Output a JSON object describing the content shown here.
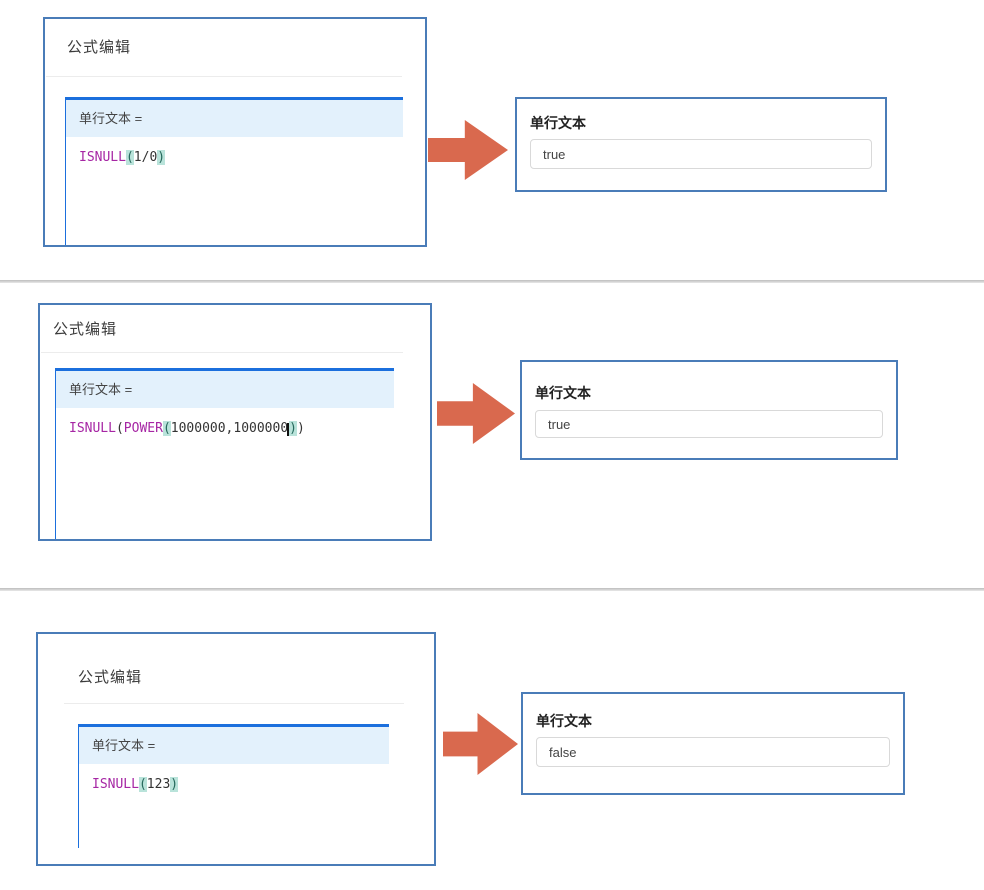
{
  "colors": {
    "panel_border": "#4a7cb8",
    "editor_accent": "#1b6fdd",
    "editor_header_bg": "#e3f1fc",
    "arrow": "#d9694e",
    "function_token": "#a626a4",
    "paren_highlight_bg": "#b9e3da",
    "section_divider": "#bdbdbd"
  },
  "sections": [
    {
      "panel_title": "公式编辑",
      "editor_header": "单行文本 =",
      "formula_text": "ISNULL(1/0)",
      "formula_tokens": [
        {
          "text": "ISNULL",
          "type": "fn"
        },
        {
          "text": "(",
          "type": "paren-hl"
        },
        {
          "text": "1/0",
          "type": "plain"
        },
        {
          "text": ")",
          "type": "paren-hl"
        }
      ],
      "result_label": "单行文本",
      "result_value": "true"
    },
    {
      "panel_title": "公式编辑",
      "editor_header": "单行文本 =",
      "formula_text": "ISNULL(POWER(1000000,1000000))",
      "formula_tokens": [
        {
          "text": "ISNULL",
          "type": "fn"
        },
        {
          "text": "(",
          "type": "plain"
        },
        {
          "text": "POWER",
          "type": "fn"
        },
        {
          "text": "(",
          "type": "paren-hl"
        },
        {
          "text": "1000000,1000000",
          "type": "plain"
        },
        {
          "text": "",
          "type": "cursor"
        },
        {
          "text": ")",
          "type": "paren-hl"
        },
        {
          "text": ")",
          "type": "plain"
        }
      ],
      "result_label": "单行文本",
      "result_value": "true"
    },
    {
      "panel_title": "公式编辑",
      "editor_header": "单行文本 =",
      "formula_text": "ISNULL(123)",
      "formula_tokens": [
        {
          "text": "ISNULL",
          "type": "fn"
        },
        {
          "text": "(",
          "type": "paren-hl"
        },
        {
          "text": "123",
          "type": "plain"
        },
        {
          "text": ")",
          "type": "paren-hl"
        }
      ],
      "result_label": "单行文本",
      "result_value": "false"
    }
  ]
}
